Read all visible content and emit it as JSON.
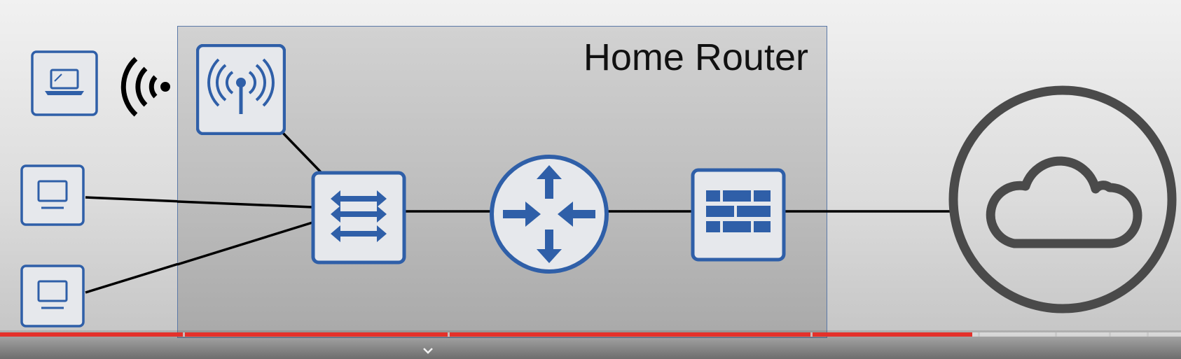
{
  "diagram": {
    "router_label": "Home Router",
    "nodes": [
      {
        "id": "laptop",
        "icon": "laptop-icon"
      },
      {
        "id": "wifi-signal",
        "icon": "wifi-signal-icon"
      },
      {
        "id": "pc-1",
        "icon": "desktop-pc-icon"
      },
      {
        "id": "pc-2",
        "icon": "desktop-pc-icon"
      },
      {
        "id": "access-point",
        "icon": "wireless-access-point-icon"
      },
      {
        "id": "switch",
        "icon": "switch-icon"
      },
      {
        "id": "router",
        "icon": "router-icon"
      },
      {
        "id": "firewall",
        "icon": "firewall-icon"
      },
      {
        "id": "internet",
        "icon": "cloud-icon"
      }
    ],
    "links": [
      [
        "access-point",
        "switch"
      ],
      [
        "pc-1",
        "switch"
      ],
      [
        "pc-2",
        "switch"
      ],
      [
        "switch",
        "router"
      ],
      [
        "router",
        "firewall"
      ],
      [
        "firewall",
        "internet"
      ]
    ],
    "colors": {
      "device_blue": "#2f5fa8",
      "device_fill": "#e6e8ec",
      "cloud_gray": "#4a4a4a",
      "link": "#000000"
    }
  },
  "player": {
    "progress_fraction": 0.823,
    "progress_color": "#e4312b",
    "chapter_marks": [
      0.155,
      0.379,
      0.686,
      0.828,
      0.893,
      0.939,
      0.971
    ],
    "chevron_icon": "chevron-down-icon"
  }
}
